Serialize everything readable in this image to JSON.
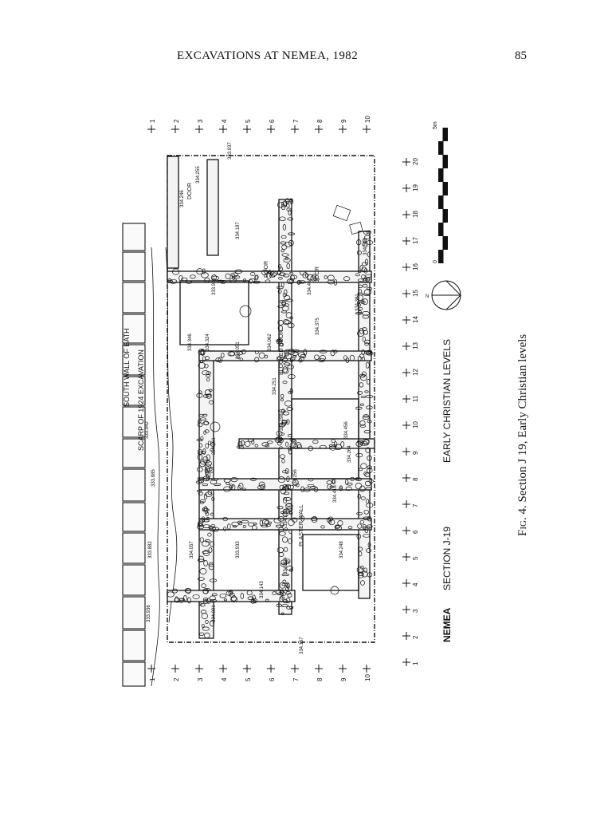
{
  "header": {
    "title": "EXCAVATIONS AT NEMEA, 1982",
    "page_number": "85"
  },
  "figure": {
    "labels": {
      "nemea": "NEMEA",
      "section": "SECTION J-19",
      "levels": "EARLY CHRISTIAN LEVELS",
      "south_wall": "SOUTH WALL OF BATH",
      "scarp": "SCARP OF 1924 EXCAVATION",
      "plaster_wall": "PLASTER WALL",
      "door": "DOOR",
      "blocked_door": "BLOCKED DOOR",
      "north": "N",
      "scale_zero": "0",
      "scale_end": "5m"
    },
    "grid_numbers_a": [
      "1",
      "2",
      "3",
      "4",
      "5",
      "6",
      "7",
      "8",
      "9",
      "10"
    ],
    "grid_numbers_b": [
      "1",
      "2",
      "3",
      "4",
      "5",
      "6",
      "7",
      "8",
      "9",
      "10",
      "11",
      "12",
      "13",
      "14",
      "15",
      "16",
      "17",
      "18",
      "19",
      "20"
    ],
    "elevations": [
      "333.936",
      "333.882",
      "333.885",
      "333.942",
      "334.057",
      "334.157",
      "334.143",
      "334.091",
      "334.104",
      "334.139",
      "334.256",
      "334.161",
      "334.198",
      "334.251",
      "333.933",
      "334.248",
      "334.416",
      "334.264",
      "334.456",
      "334.346",
      "334.324",
      "333.926",
      "334.051",
      "334.062",
      "334.375",
      "334.391",
      "334.462",
      "334.506",
      "334.187",
      "334.246",
      "334.255",
      "333.937"
    ]
  },
  "caption": {
    "label": "Fig.",
    "text": "4. Section J 19, Early Christian levels"
  }
}
